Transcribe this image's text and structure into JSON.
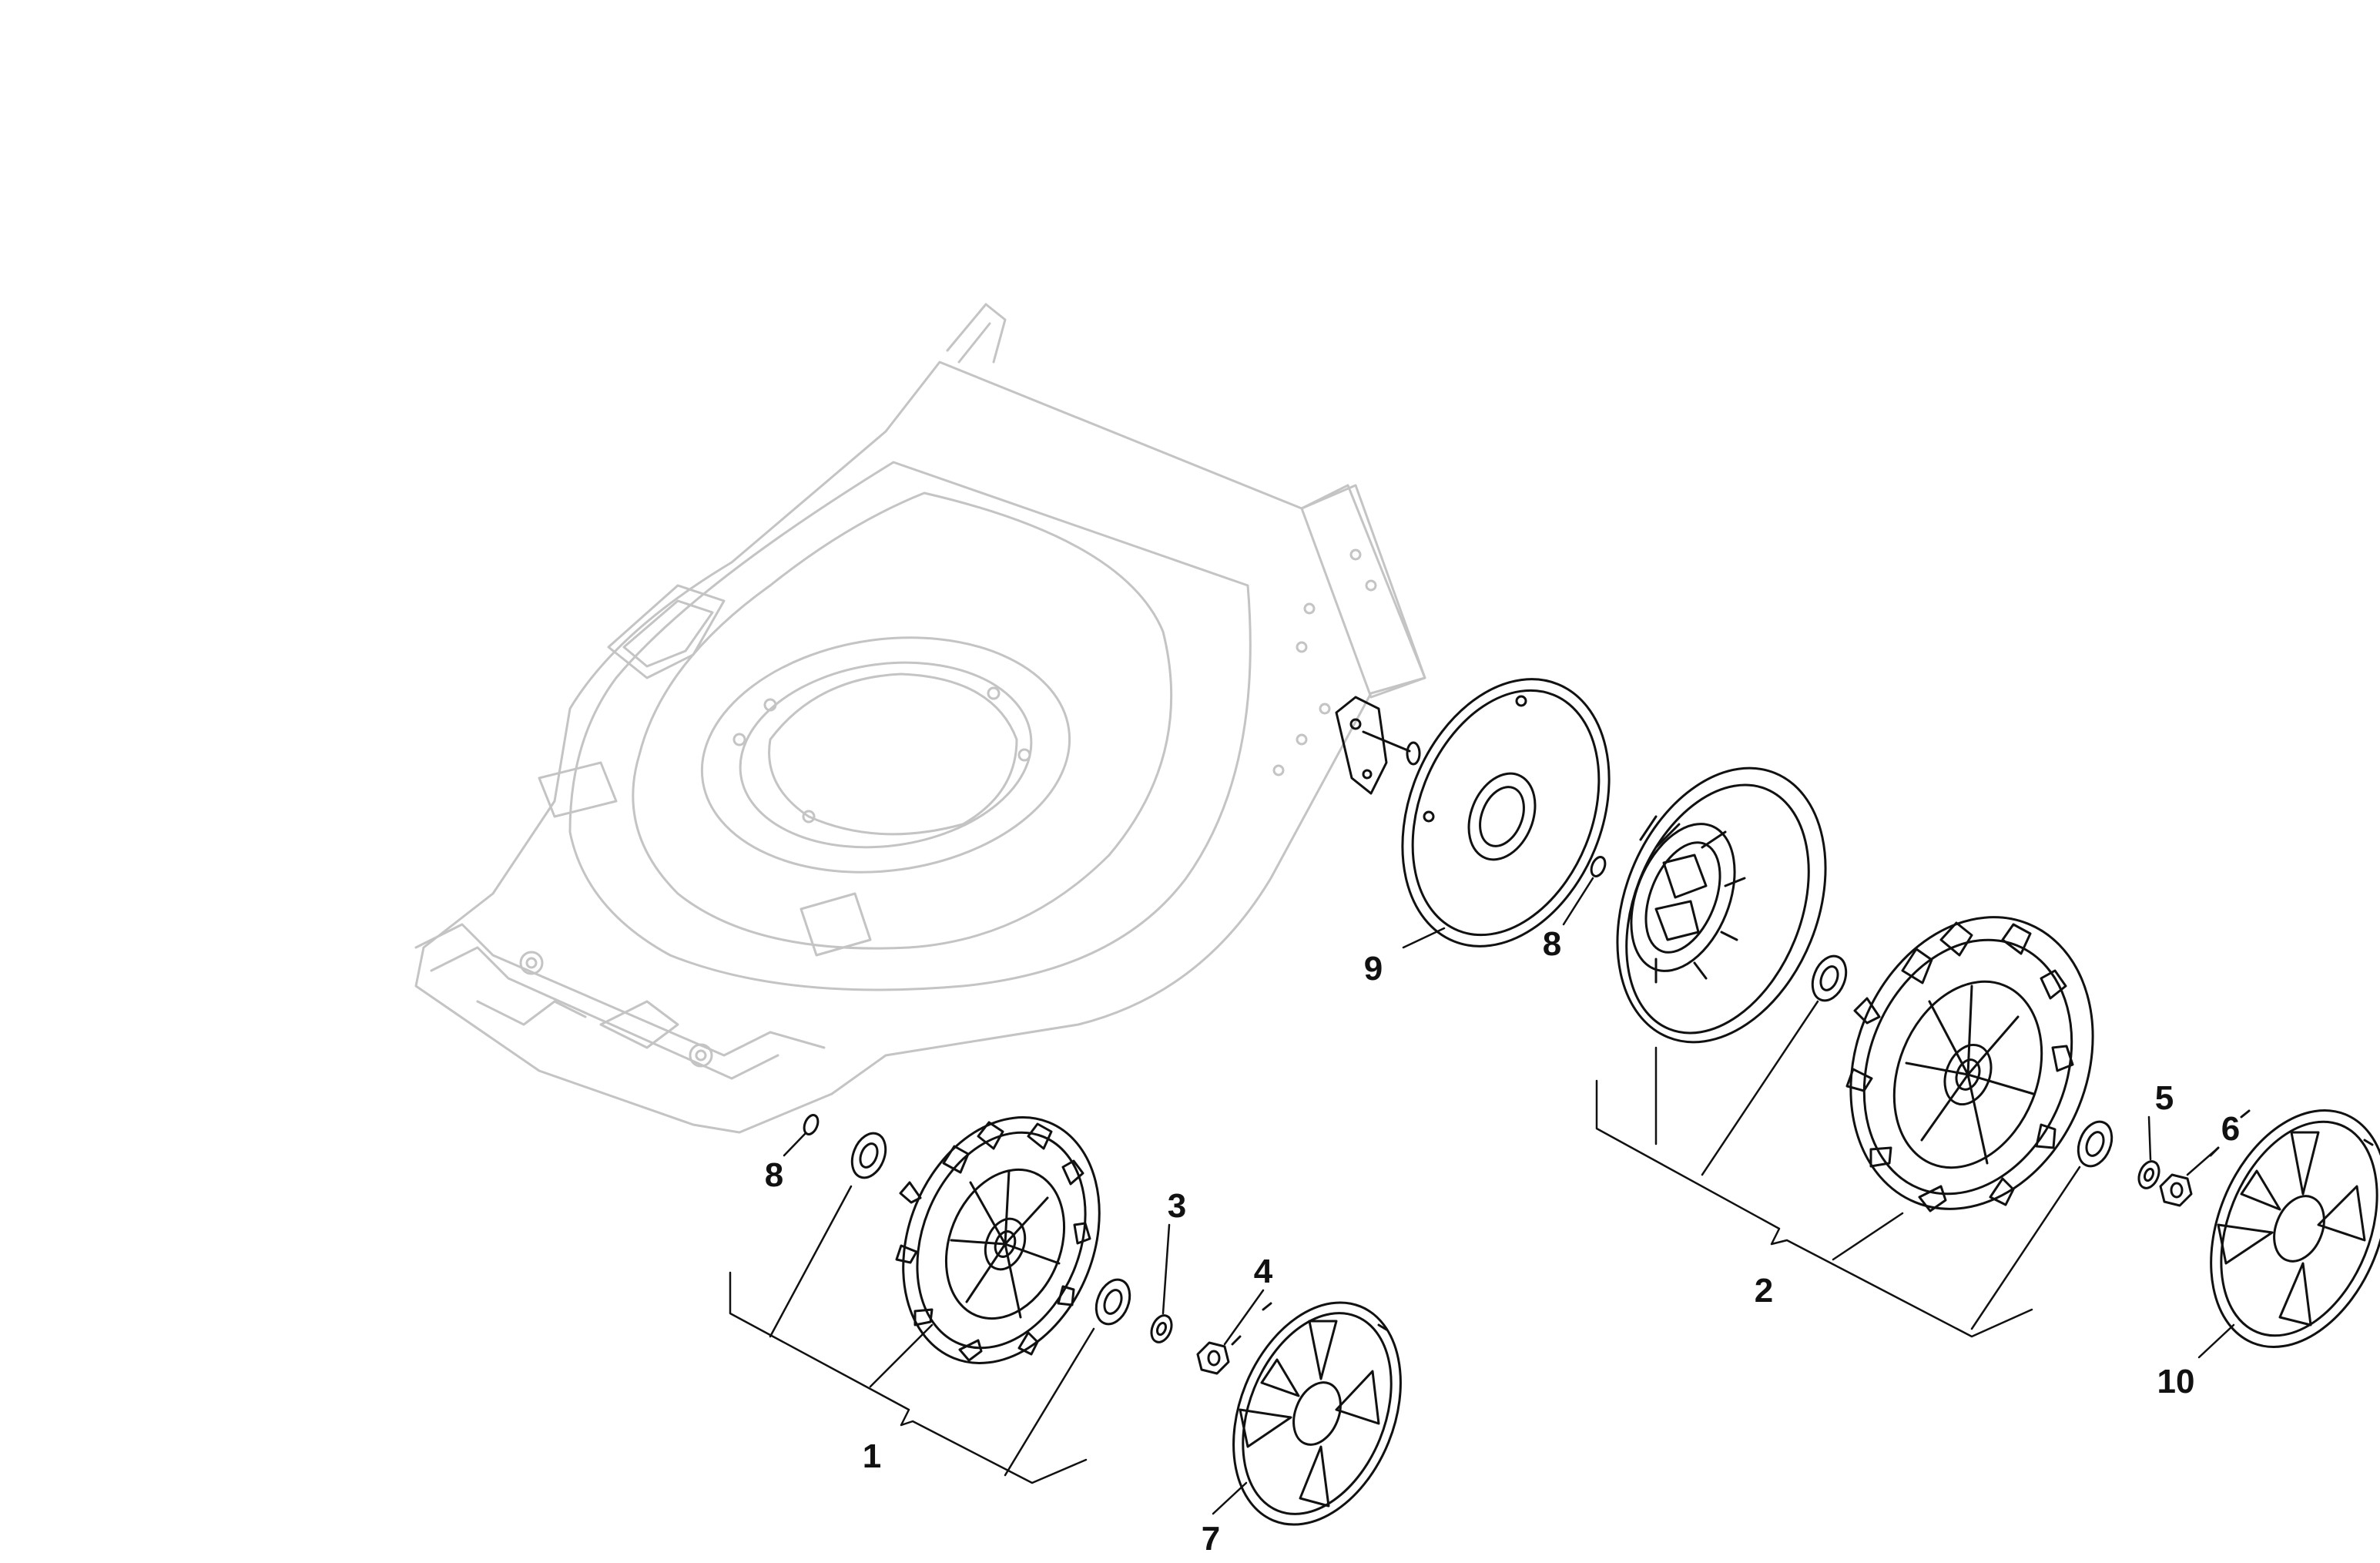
{
  "callouts": {
    "c1": "1",
    "c2": "2",
    "c3": "3",
    "c4": "4",
    "c5": "5",
    "c6": "6",
    "c7": "7",
    "c8a": "8",
    "c8b": "8",
    "c9": "9",
    "c10": "10"
  },
  "colors": {
    "line_art": "#111111",
    "deck_outline": "#c4c4c4",
    "background": "#ffffff"
  }
}
